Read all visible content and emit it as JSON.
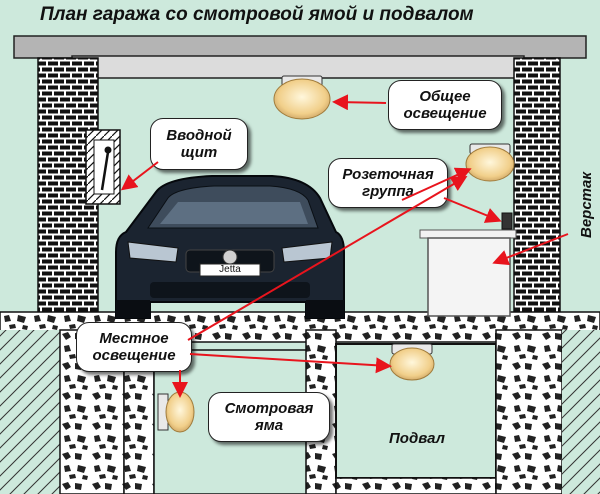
{
  "title": "План гаража со смотровой ямой и подвалом",
  "labels": {
    "general_lighting": [
      "Общее",
      "освещение"
    ],
    "input_panel": [
      "Вводной",
      "щит"
    ],
    "socket_group": [
      "Розеточная",
      "группа"
    ],
    "workbench": "Верстак",
    "local_lighting": [
      "Местное",
      "освещение"
    ],
    "inspection_pit": [
      "Смотровая",
      "яма"
    ],
    "basement": "Подвал",
    "car_badge": "Jetta"
  },
  "colors": {
    "background": "#cde9dc",
    "arrow": "#e8141d",
    "wall_outline": "#111111"
  }
}
